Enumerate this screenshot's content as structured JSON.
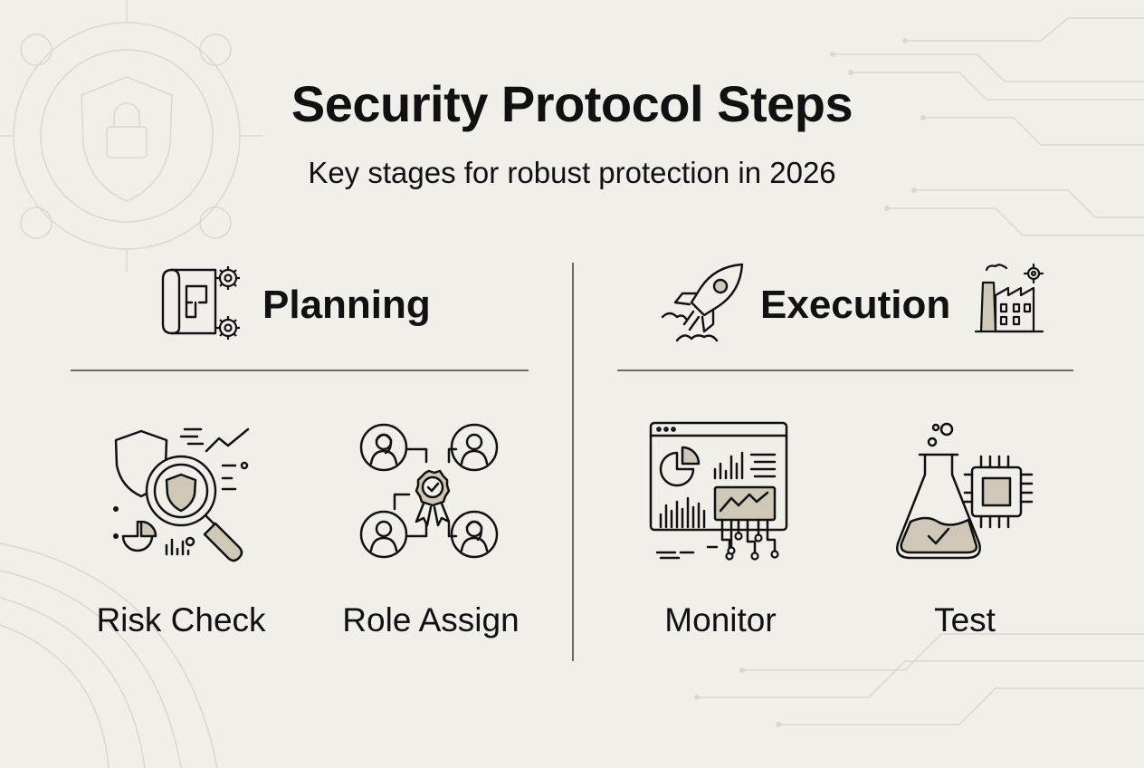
{
  "header": {
    "title": "Security Protocol Steps",
    "subtitle": "Key stages for robust protection in 2026"
  },
  "sections": [
    {
      "title": "Planning",
      "icon": "blueprint-gears-icon",
      "items": [
        {
          "label": "Risk Check",
          "icon": "shield-magnifier-icon"
        },
        {
          "label": "Role Assign",
          "icon": "role-network-icon"
        }
      ]
    },
    {
      "title": "Execution",
      "icon": "rocket-icon",
      "icon_secondary": "factory-icon",
      "items": [
        {
          "label": "Monitor",
          "icon": "dashboard-monitor-icon"
        },
        {
          "label": "Test",
          "icon": "flask-chip-icon"
        }
      ]
    }
  ],
  "colors": {
    "background": "#f0efe9",
    "text": "#111111",
    "accent_fill": "#cfc7b8",
    "line": "#6b6b6b"
  }
}
